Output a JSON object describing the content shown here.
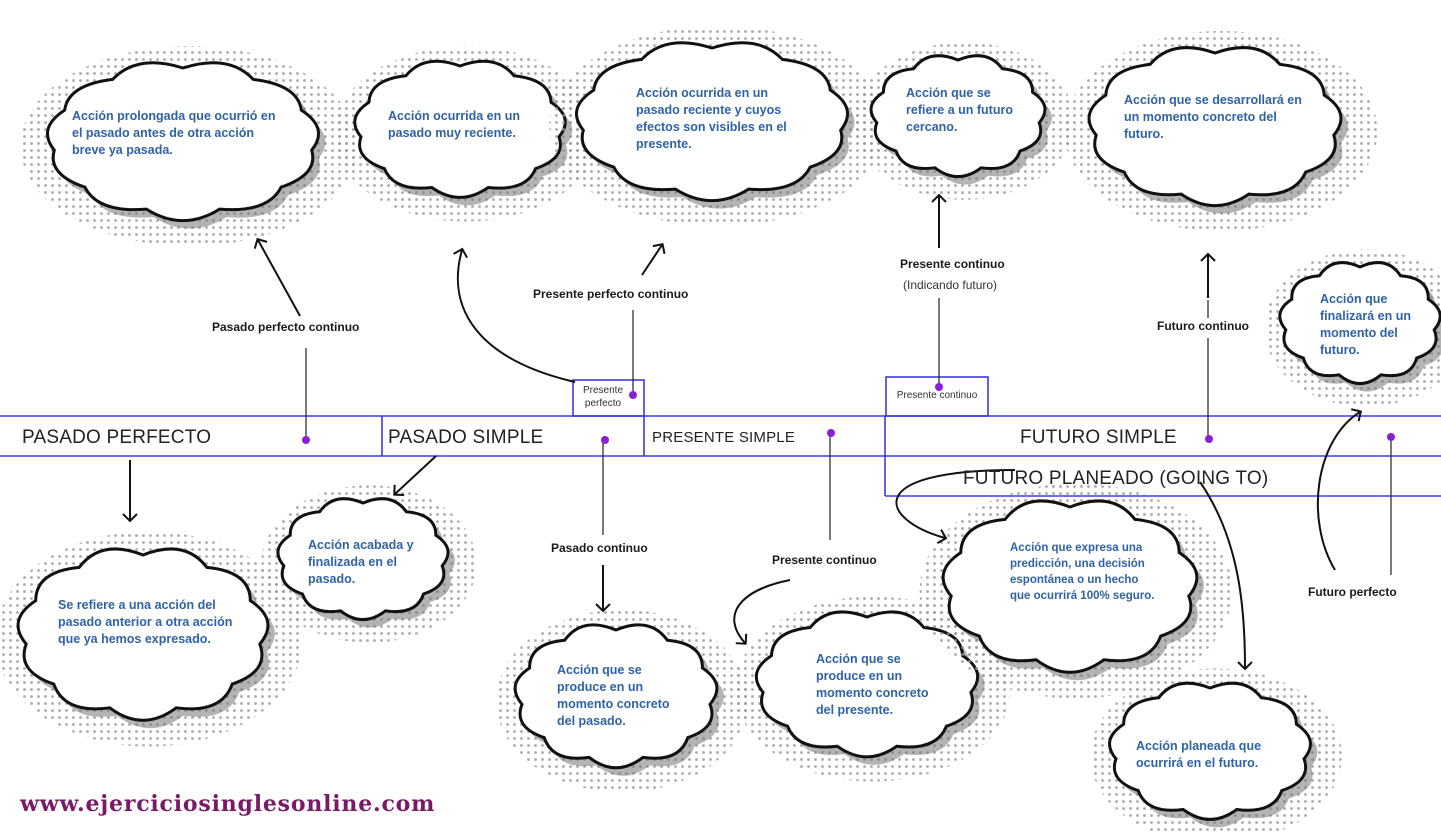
{
  "timeline": {
    "segments": [
      {
        "id": "pasado-perfecto",
        "label": "PASADO PERFECTO"
      },
      {
        "id": "pasado-simple",
        "label": "PASADO SIMPLE"
      },
      {
        "id": "presente-simple",
        "label": "PRESENTE SIMPLE"
      },
      {
        "id": "futuro-simple",
        "label": "FUTURO SIMPLE"
      },
      {
        "id": "futuro-planeado",
        "label": "FUTURO PLANEADO (GOING TO)"
      }
    ],
    "boxes": [
      {
        "id": "presente-perfecto-box",
        "label": "Presente perfecto"
      },
      {
        "id": "presente-continuo-box",
        "label": "Presente continuo"
      }
    ]
  },
  "tenses": [
    {
      "id": "pasado-perfecto-continuo",
      "label": "Pasado perfecto continuo"
    },
    {
      "id": "presente-perfecto-continuo",
      "label": "Presente perfecto continuo"
    },
    {
      "id": "presente-continuo-futuro",
      "label": "Presente continuo",
      "sub": "(Indicando futuro)"
    },
    {
      "id": "futuro-continuo",
      "label": "Futuro continuo"
    },
    {
      "id": "pasado-continuo",
      "label": "Pasado continuo"
    },
    {
      "id": "presente-continuo",
      "label": "Presente continuo"
    },
    {
      "id": "futuro-perfecto",
      "label": "Futuro perfecto"
    }
  ],
  "clouds": [
    {
      "id": "c1",
      "text": "Acción prolongada que ocurrió en el pasado antes de otra acción breve ya pasada."
    },
    {
      "id": "c2",
      "text": "Acción ocurrida en un pasado muy reciente."
    },
    {
      "id": "c3",
      "text": "Acción ocurrida en un pasado reciente y cuyos efectos son visibles en el presente."
    },
    {
      "id": "c4",
      "text": "Acción que se refiere a un futuro cercano."
    },
    {
      "id": "c5",
      "text": "Acción que se desarrollará en un momento concreto del futuro."
    },
    {
      "id": "c6",
      "text": "Acción que finalizará en un momento del futuro."
    },
    {
      "id": "c7",
      "text": "Se refiere a una acción del pasado anterior a otra acción que ya hemos expresado."
    },
    {
      "id": "c8",
      "text": "Acción acabada y finalizada en el pasado."
    },
    {
      "id": "c9",
      "text": "Acción que se produce en un momento concreto del pasado."
    },
    {
      "id": "c10",
      "text": "Acción que se produce en un momento concreto del presente."
    },
    {
      "id": "c11",
      "text": "Acción que expresa una predicción, una decisión espontánea o un hecho que ocurrirá 100% seguro."
    },
    {
      "id": "c12",
      "text": "Acción planeada que ocurrirá en el futuro."
    }
  ],
  "footer": {
    "website": "www.ejerciciosinglesonline.com"
  },
  "colors": {
    "timeline": "#3b3be0",
    "dot": "#8a1fd6",
    "cloud_text": "#2f63a6",
    "website": "#7a1a66"
  }
}
